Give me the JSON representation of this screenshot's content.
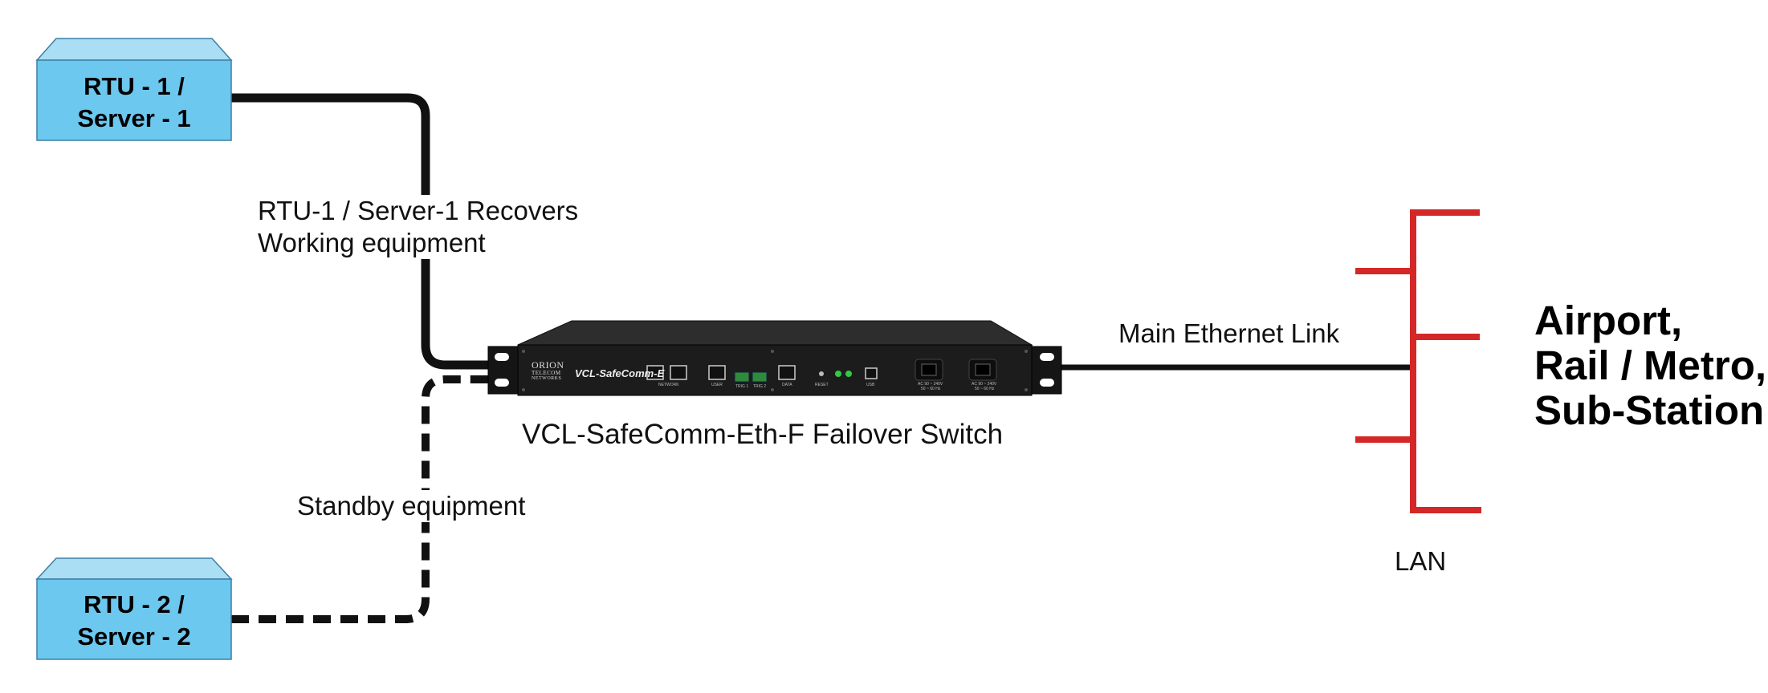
{
  "nodes": {
    "rtu1": {
      "line1": "RTU - 1 /",
      "line2": "Server - 1"
    },
    "rtu2": {
      "line1": "RTU - 2 /",
      "line2": "Server - 2"
    },
    "destination": {
      "line1": "Airport,",
      "line2": "Rail / Metro,",
      "line3": "Sub-Station"
    }
  },
  "labels": {
    "recovers": "RTU-1 / Server-1 Recovers",
    "working": "Working equipment",
    "standby": "Standby equipment",
    "main_link": "Main Ethernet Link",
    "device_caption": "VCL-SafeComm-Eth-F Failover Switch",
    "lan": "LAN"
  },
  "device": {
    "brand_line1": "ORION",
    "brand_line2": "TELECOM",
    "brand_line3": "NETWORKS",
    "model": "VCL-SafeComm-E",
    "port_network": "NETWORK",
    "port_user": "USER",
    "port_trig1": "TRIG 1",
    "port_trig2": "TRIG 2",
    "port_data": "DATA",
    "reset": "RESET",
    "usb": "USB",
    "power1_line1": "AC 90 ~ 240V",
    "power1_line2": "50 ~ 60 Hz",
    "power2_line1": "AC 90 ~ 240V",
    "power2_line2": "50 ~ 60 Hz"
  },
  "colors": {
    "box_fill": "#6cc8ef",
    "box_top": "#a9def5",
    "lan": "#d42828",
    "line": "#111111",
    "device": "#1c1c1c"
  }
}
